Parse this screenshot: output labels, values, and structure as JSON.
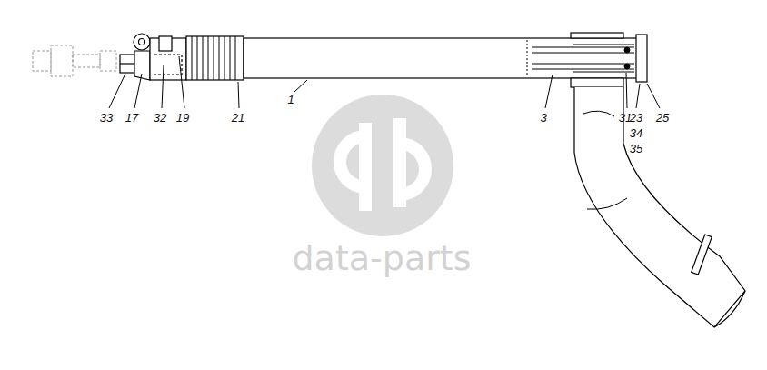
{
  "diagram": {
    "labels": [
      "33",
      "17",
      "32",
      "19",
      "21",
      "1",
      "3",
      "31",
      "23",
      "34",
      "35",
      "25",
      "data-parts"
    ]
  }
}
